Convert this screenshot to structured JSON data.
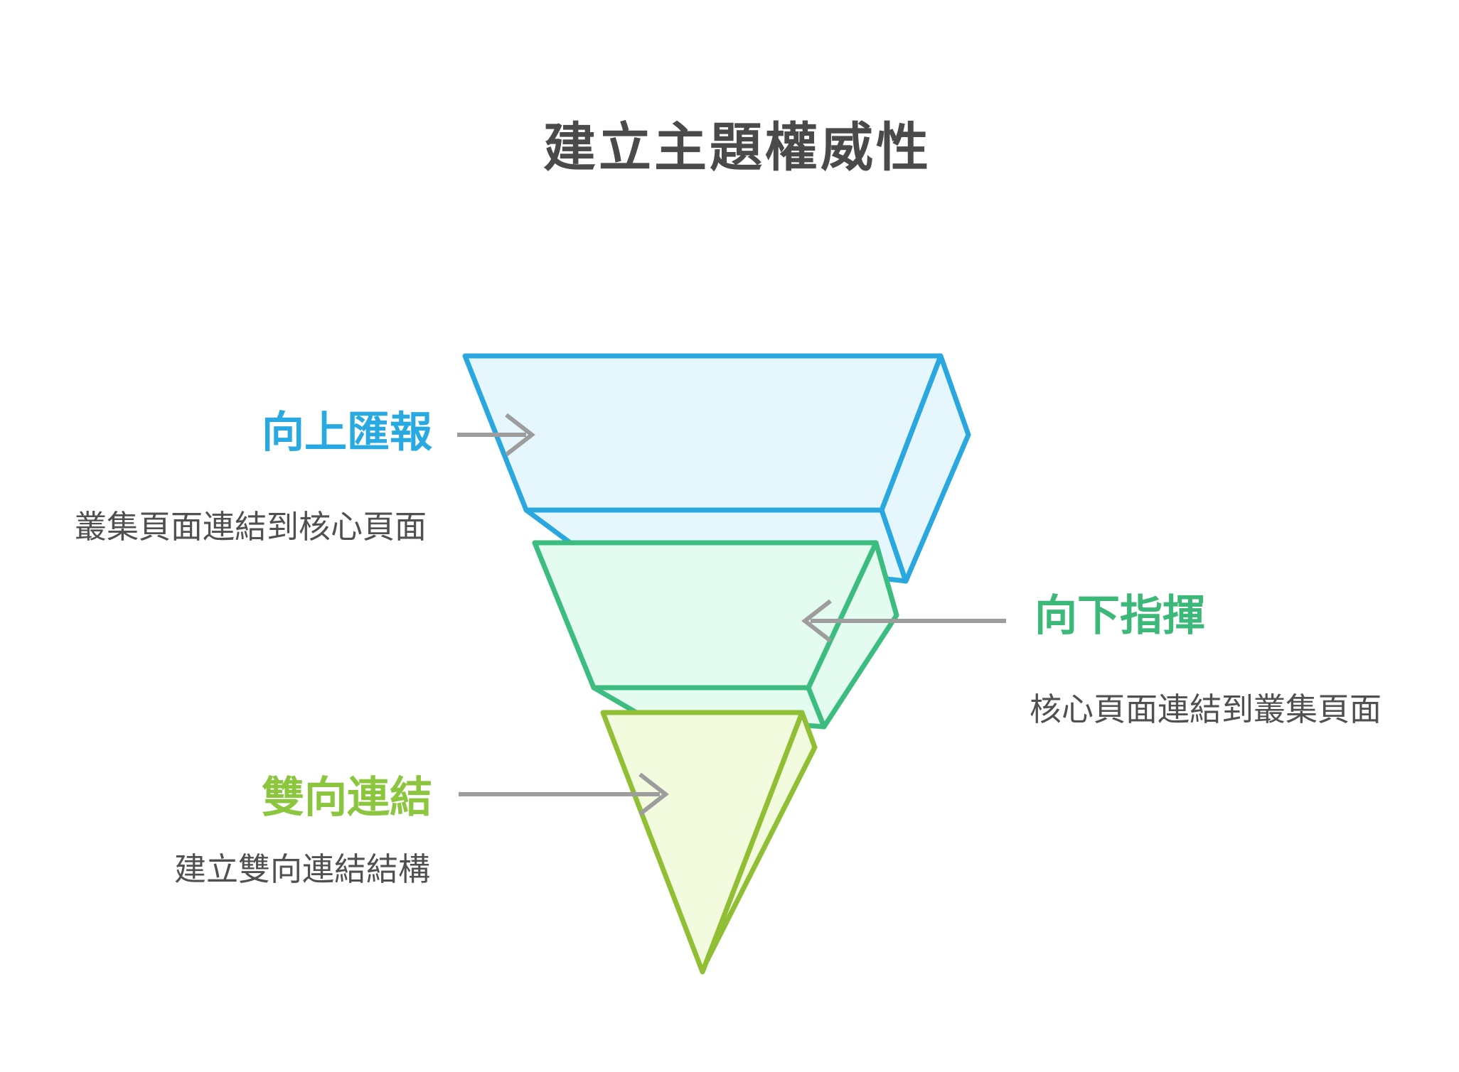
{
  "title": "建立主題權威性",
  "colors": {
    "title_text": "#4A4A4A",
    "description_text": "#505050",
    "arrow": "#9D9D9D",
    "background": "#FFFFFF",
    "layer_top_stroke": "#29A7DE",
    "layer_top_fill": "#E6F6FD",
    "layer_top_label": "#29A9E2",
    "layer_middle_stroke": "#3CBC7E",
    "layer_middle_fill": "#E4FBF0",
    "layer_middle_label": "#3CB878",
    "layer_bottom_stroke": "#90BE35",
    "layer_bottom_fill": "#F3FBDE",
    "layer_bottom_label": "#8CC63F"
  },
  "funnel": {
    "layers": [
      {
        "id": "top",
        "label": "向上匯報",
        "description": "叢集頁面連結到核心頁面",
        "label_side": "left"
      },
      {
        "id": "middle",
        "label": "向下指揮",
        "description": "核心頁面連結到叢集頁面",
        "label_side": "right"
      },
      {
        "id": "bottom",
        "label": "雙向連結",
        "description": "建立雙向連結結構",
        "label_side": "left"
      }
    ]
  }
}
